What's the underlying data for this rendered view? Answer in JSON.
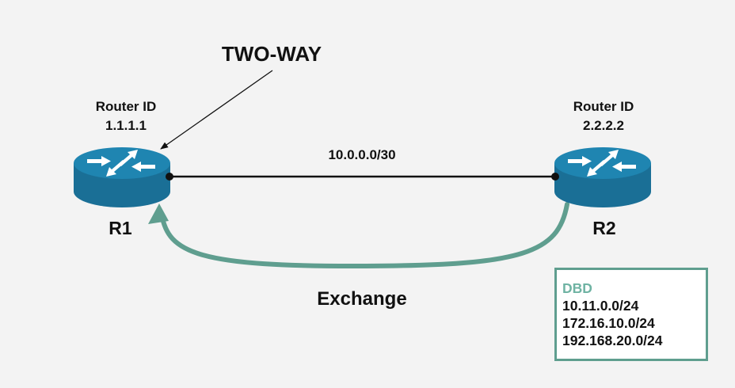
{
  "annotation": {
    "state_label": "TWO-WAY"
  },
  "routers": [
    {
      "name": "R1",
      "router_id_label": "Router ID",
      "router_id": "1.1.1.1",
      "icon": "router-icon"
    },
    {
      "name": "R2",
      "router_id_label": "Router ID",
      "router_id": "2.2.2.2",
      "icon": "router-icon"
    }
  ],
  "link": {
    "subnet": "10.0.0.0/30"
  },
  "exchange": {
    "label": "Exchange",
    "arrow_color": "#5f9e8f"
  },
  "dbd": {
    "title": "DBD",
    "entries": [
      "10.11.0.0/24",
      "172.16.10.0/24",
      "192.168.20.0/24"
    ],
    "border_color": "#5f9e8f",
    "title_color": "#6fb3a3"
  },
  "colors": {
    "background": "#f3f3f3",
    "router_body": "#1a6f96",
    "router_top": "#1f85b1"
  }
}
